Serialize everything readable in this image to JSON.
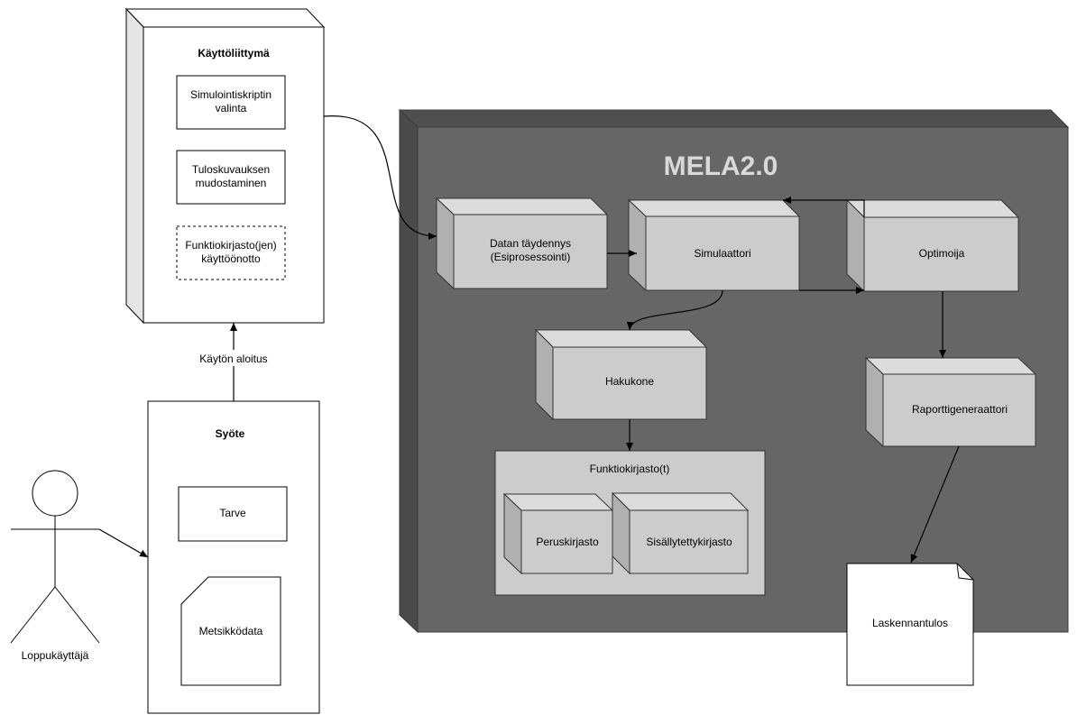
{
  "ui": {
    "title": "Käyttöliittymä",
    "items": [
      "Simulointiskriptin valinta",
      "Tuloskuvauksen mudostaminen",
      "Funktiokirjasto(jen) käyttöönotto"
    ]
  },
  "edge_label": "Käytön aloitus",
  "input": {
    "title": "Syöte",
    "need": "Tarve",
    "data": "Metsikködata"
  },
  "actor": "Loppukäyttäjä",
  "system": {
    "title": "MELA2.0",
    "data_fill": "Datan täydennys (Esiprosessointi)",
    "simulator": "Simulaattori",
    "optimizer": "Optimoija",
    "search": "Hakukone",
    "report": "Raporttigeneraattori",
    "library_group": "Funktiokirjasto(t)",
    "base_library": "Peruskirjasto",
    "embedded_library": "Sisällytettykirjasto"
  },
  "result": "Laskennantulos"
}
